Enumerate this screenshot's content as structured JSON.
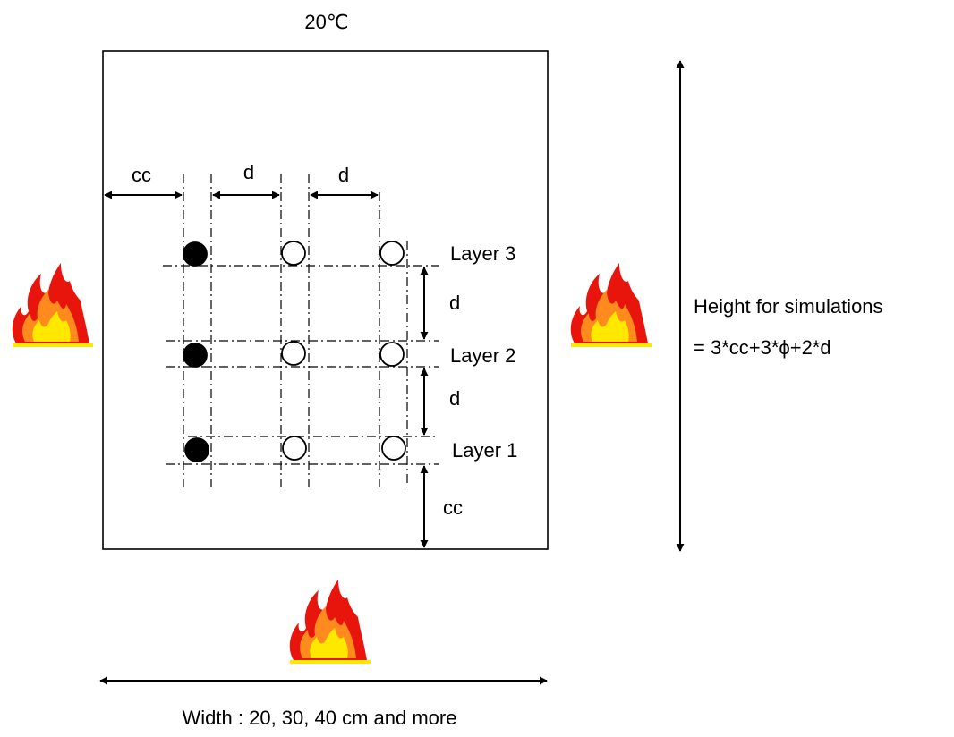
{
  "temperature_label": "20℃",
  "labels": {
    "cover_top": "cc",
    "spacing_1": "d",
    "spacing_2": "d",
    "layer3": "Layer 3",
    "layer2": "Layer 2",
    "layer1": "Layer 1",
    "gap_32": "d",
    "gap_21": "d",
    "cover_bottom": "cc",
    "height_title": "Height for simulations",
    "height_formula": "= 3*cc+3*ϕ+2*d",
    "width_label": "Width : 20, 30, 40 cm and more"
  },
  "layers": [
    {
      "name": "Layer 3",
      "bars": [
        "filled",
        "hollow",
        "hollow"
      ]
    },
    {
      "name": "Layer 2",
      "bars": [
        "filled",
        "hollow",
        "hollow"
      ]
    },
    {
      "name": "Layer 1",
      "bars": [
        "filled",
        "hollow",
        "hollow"
      ]
    }
  ],
  "fire_icons": [
    "fire-left-icon",
    "fire-right-icon",
    "fire-bottom-icon"
  ],
  "colors": {
    "line": "#000000",
    "bar_filled": "#000000",
    "bar_hollow": "#ffffff",
    "flame_red": "#e8150c",
    "flame_orange": "#ff8a1e",
    "flame_yellow": "#ffe800"
  }
}
